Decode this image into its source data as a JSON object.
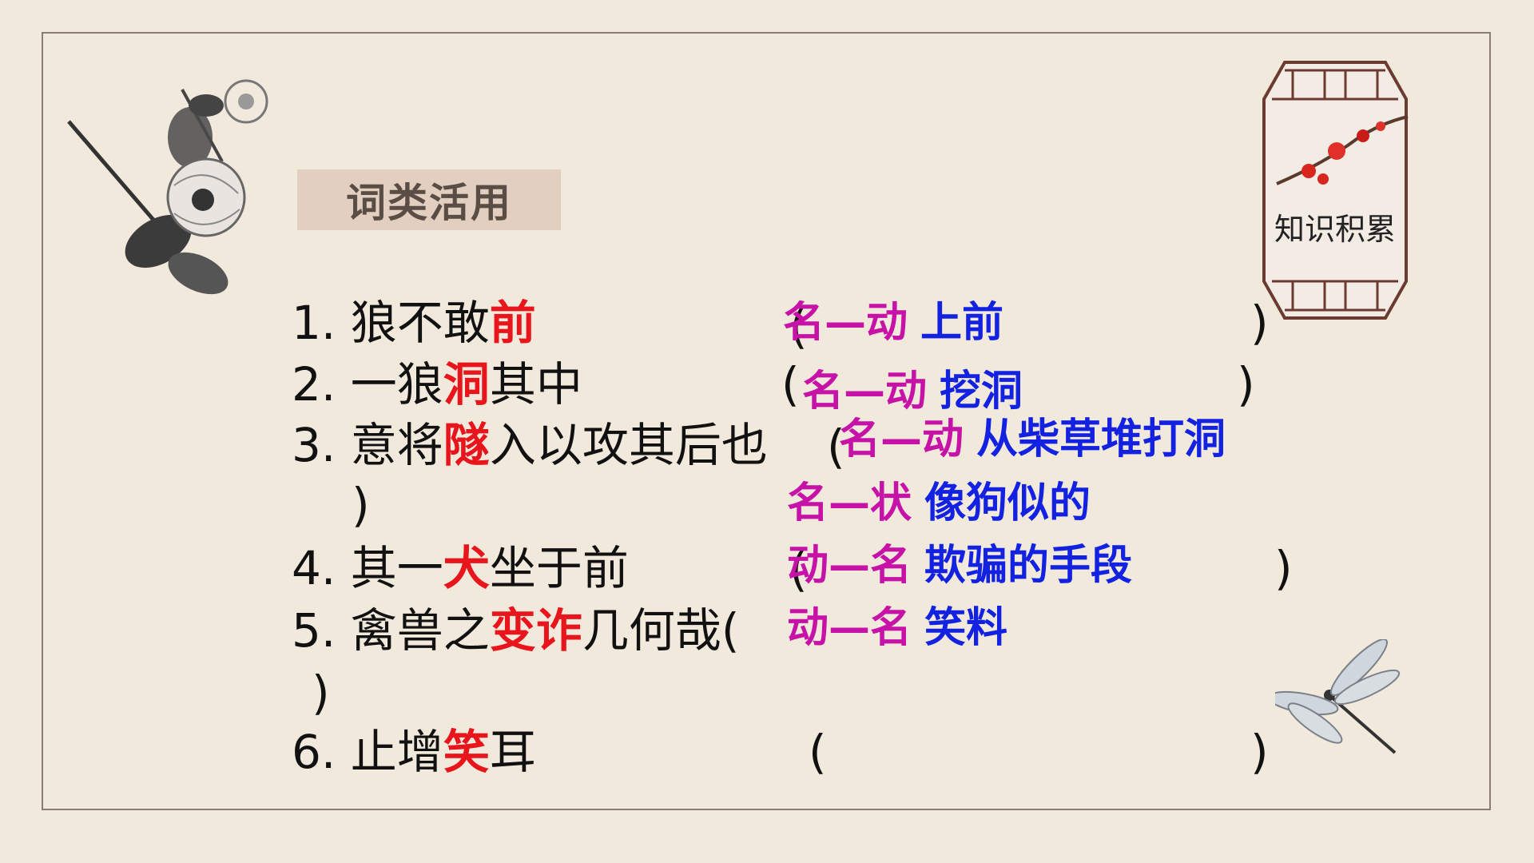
{
  "title": "词类活用",
  "badge": "知识积累",
  "items": [
    {
      "num": "1.",
      "pre": "狼不敢",
      "hl": "前",
      "post": "",
      "open": "(",
      "close": ")",
      "pos": "名—动",
      "meaning": "上前"
    },
    {
      "num": "2.",
      "pre": "一狼",
      "hl": "洞",
      "post": "其中",
      "open": "(",
      "close": ")",
      "pos": "名—动",
      "meaning": "挖洞"
    },
    {
      "num": "3.",
      "pre": "意将",
      "hl": "隧",
      "post": "入以攻其后也",
      "open": "(",
      "close": ")",
      "pos": "名—动",
      "meaning": "从柴草堆打洞"
    },
    {
      "num": "4.",
      "pre": "其一",
      "hl": "犬",
      "post": "坐于前",
      "open": "(",
      "close": ")",
      "pos": "名—状",
      "meaning": "像狗似的"
    },
    {
      "num": "5.",
      "pre": "禽兽之",
      "hl": "变诈",
      "post": "几何哉",
      "open": "(",
      "close": ")",
      "pos": "动—名",
      "meaning": "欺骗的手段"
    },
    {
      "num": "6.",
      "pre": "止增",
      "hl": "笑",
      "post": "耳",
      "open": "(",
      "close": ")",
      "pos": "动—名",
      "meaning": "笑料"
    }
  ],
  "colors": {
    "highlight": "#e8161c",
    "pos": "#c612a7",
    "meaning": "#1322e0",
    "title_bg": "#e2cfbf",
    "background": "#f2e9dd"
  },
  "icons": [
    "flower-painting-icon",
    "plum-blossom-icon",
    "dragonfly-icon"
  ]
}
